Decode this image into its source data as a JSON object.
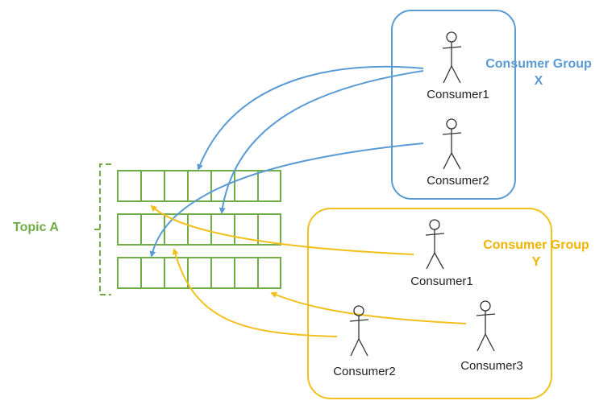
{
  "colors": {
    "group_x": "#5b9bd5",
    "group_y": "#f2c01e",
    "topic": "#70ad47",
    "label_y": "#f0b400",
    "person": "#333333"
  },
  "topic": {
    "name": "Topic A"
  },
  "group_x": {
    "title_line1": "Consumer Group",
    "title_line2": "X",
    "consumers": [
      "Consumer1",
      "Consumer2"
    ]
  },
  "group_y": {
    "title_line1": "Consumer Group",
    "title_line2": "Y",
    "consumers": [
      "Consumer1",
      "Consumer2",
      "Consumer3"
    ]
  }
}
